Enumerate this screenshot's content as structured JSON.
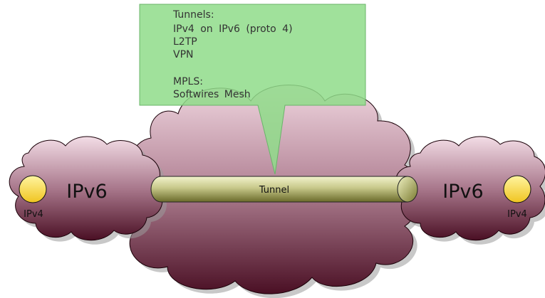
{
  "callout": {
    "lines": [
      "Tunnels:",
      "IPv4 on IPv6 (proto 4)",
      "L2TP",
      "VPN",
      "",
      "MPLS:",
      "Softwires Mesh"
    ]
  },
  "left_cloud": {
    "label": "IPv6",
    "host_label": "IPv4"
  },
  "right_cloud": {
    "label": "IPv6",
    "host_label": "IPv4"
  },
  "tunnel": {
    "label": "Tunnel"
  },
  "colors": {
    "cloud_light": "#efd6df",
    "cloud_dark": "#4a0f24",
    "callout_fill": "#8fdc8a",
    "callout_border": "#6ab46a",
    "tunnel_light": "#f2f3cc",
    "tunnel_dark": "#6a6a2a",
    "host_light": "#fff5a0",
    "host_dark": "#f0c420"
  }
}
